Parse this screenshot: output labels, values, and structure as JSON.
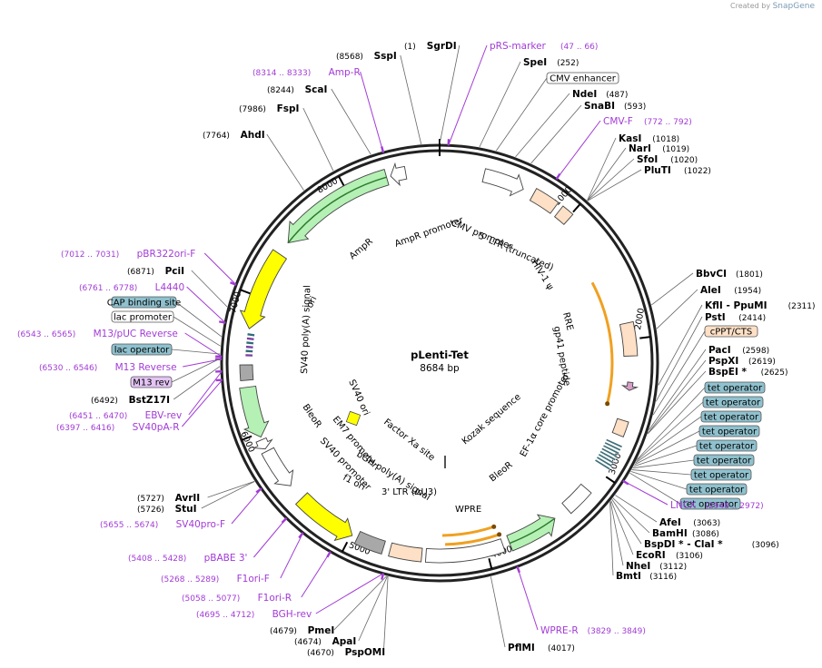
{
  "credit": {
    "prefix": "Created by",
    "brand": "SnapGene"
  },
  "plasmid": {
    "name": "pLenti-Tet",
    "length": 8684,
    "length_label": "8684 bp"
  },
  "ticks": [
    "1000",
    "2000",
    "3000",
    "4000",
    "5000",
    "6000",
    "7000",
    "8000"
  ],
  "restriction_sites": [
    {
      "name": "SgrDI",
      "pos": "(1)",
      "bp": 1
    },
    {
      "name": "SspI",
      "pos": "(8568)",
      "bp": 8568
    },
    {
      "name": "ScaI",
      "pos": "(8244)",
      "bp": 8244
    },
    {
      "name": "FspI",
      "pos": "(7986)",
      "bp": 7986
    },
    {
      "name": "AhdI",
      "pos": "(7764)",
      "bp": 7764
    },
    {
      "name": "SpeI",
      "pos": "(252)",
      "bp": 252
    },
    {
      "name": "NdeI",
      "pos": "(487)",
      "bp": 487
    },
    {
      "name": "SnaBI",
      "pos": "(593)",
      "bp": 593
    },
    {
      "name": "KasI",
      "pos": "(1018)",
      "bp": 1018
    },
    {
      "name": "NarI",
      "pos": "(1019)",
      "bp": 1019
    },
    {
      "name": "SfoI",
      "pos": "(1020)",
      "bp": 1020
    },
    {
      "name": "PluTI",
      "pos": "(1022)",
      "bp": 1022
    },
    {
      "name": "BbvCI",
      "pos": "(1801)",
      "bp": 1801
    },
    {
      "name": "AleI",
      "pos": "(1954)",
      "bp": 1954
    },
    {
      "name": "KflI - PpuMI",
      "pos": "(2311)",
      "bp": 2311
    },
    {
      "name": "PstI",
      "pos": "(2414)",
      "bp": 2414
    },
    {
      "name": "PacI",
      "pos": "(2598)",
      "bp": 2598
    },
    {
      "name": "PspXI",
      "pos": "(2619)",
      "bp": 2619
    },
    {
      "name": "BspEI *",
      "pos": "(2625)",
      "bp": 2625
    },
    {
      "name": "AfeI",
      "pos": "(3063)",
      "bp": 3063
    },
    {
      "name": "BamHI",
      "pos": "(3086)",
      "bp": 3086
    },
    {
      "name": "BspDI * - ClaI *",
      "pos": "(3096)",
      "bp": 3096
    },
    {
      "name": "EcoRI",
      "pos": "(3106)",
      "bp": 3106
    },
    {
      "name": "NheI",
      "pos": "(3112)",
      "bp": 3112
    },
    {
      "name": "BmtI",
      "pos": "(3116)",
      "bp": 3116
    },
    {
      "name": "PflMI",
      "pos": "(4017)",
      "bp": 4017
    },
    {
      "name": "PmeI",
      "pos": "(4679)",
      "bp": 4679
    },
    {
      "name": "ApaI",
      "pos": "(4674)",
      "bp": 4674
    },
    {
      "name": "PspOMI",
      "pos": "(4670)",
      "bp": 4670
    },
    {
      "name": "AvrII",
      "pos": "(5727)",
      "bp": 5727
    },
    {
      "name": "StuI",
      "pos": "(5726)",
      "bp": 5726
    },
    {
      "name": "BstZ17I",
      "pos": "(6492)",
      "bp": 6492
    },
    {
      "name": "PciI",
      "pos": "(6871)",
      "bp": 6871
    }
  ],
  "primers": [
    {
      "name": "pRS-marker",
      "range": "(47 .. 66)",
      "bp": 56
    },
    {
      "name": "Amp-R",
      "range": "(8314 .. 8333)",
      "bp": 8323
    },
    {
      "name": "CMV-F",
      "range": "(772 .. 792)",
      "bp": 782
    },
    {
      "name": "LNCX",
      "range": "(2948 .. 2972)",
      "bp": 2960
    },
    {
      "name": "WPRE-R",
      "range": "(3829 .. 3849)",
      "bp": 3839
    },
    {
      "name": "BGH-rev",
      "range": "(4695 .. 4712)",
      "bp": 4703
    },
    {
      "name": "F1ori-R",
      "range": "(5058 .. 5077)",
      "bp": 5067
    },
    {
      "name": "F1ori-F",
      "range": "(5268 .. 5289)",
      "bp": 5278
    },
    {
      "name": "pBABE 3'",
      "range": "(5408 .. 5428)",
      "bp": 5418
    },
    {
      "name": "SV40pro-F",
      "range": "(5655 .. 5674)",
      "bp": 5664
    },
    {
      "name": "SV40pA-R",
      "range": "(6397 .. 6416)",
      "bp": 6406
    },
    {
      "name": "EBV-rev",
      "range": "(6451 .. 6470)",
      "bp": 6460
    },
    {
      "name": "M13 Reverse",
      "range": "(6530 .. 6546)",
      "bp": 6538
    },
    {
      "name": "M13/pUC Reverse",
      "range": "(6543 .. 6565)",
      "bp": 6554
    },
    {
      "name": "L4440",
      "range": "(6761 .. 6778)",
      "bp": 6770
    },
    {
      "name": "pBR322ori-F",
      "range": "(7012 .. 7031)",
      "bp": 7021
    }
  ],
  "boxed_labels": [
    {
      "name": "CMV enhancer",
      "style": "white"
    },
    {
      "name": "cPPT/CTS",
      "style": "peach"
    },
    {
      "name": "tet operator",
      "style": "teal"
    },
    {
      "name": "CAP binding site",
      "style": "teal"
    },
    {
      "name": "lac promoter",
      "style": "white"
    },
    {
      "name": "lac operator",
      "style": "teal"
    },
    {
      "name": "M13 rev",
      "style": "purple"
    }
  ],
  "features": [
    {
      "name": "CMV promoter"
    },
    {
      "name": "5' LTR (truncated)"
    },
    {
      "name": "HIV-1 ψ"
    },
    {
      "name": "RRE"
    },
    {
      "name": "gp41 peptide"
    },
    {
      "name": "EF-1α core promoter"
    },
    {
      "name": "Kozak sequence"
    },
    {
      "name": "BleoR"
    },
    {
      "name": "WPRE"
    },
    {
      "name": "3' LTR (ΔU3)"
    },
    {
      "name": "bGH poly(A) signal"
    },
    {
      "name": "f1 ori"
    },
    {
      "name": "SV40 promoter"
    },
    {
      "name": "EM7 promoter"
    },
    {
      "name": "BleoR"
    },
    {
      "name": "Factor Xa site"
    },
    {
      "name": "SV40 ori"
    },
    {
      "name": "SV40 poly(A) signal"
    },
    {
      "name": "ori"
    },
    {
      "name": "AmpR"
    },
    {
      "name": "AmpR promoter"
    }
  ],
  "colors": {
    "primer": "#a23bd6",
    "amp": "#b5f0b5",
    "ori": "#ffff00",
    "peach": "#fde0c6",
    "teal": "#8fc1ce",
    "orange": "#f0a020"
  }
}
